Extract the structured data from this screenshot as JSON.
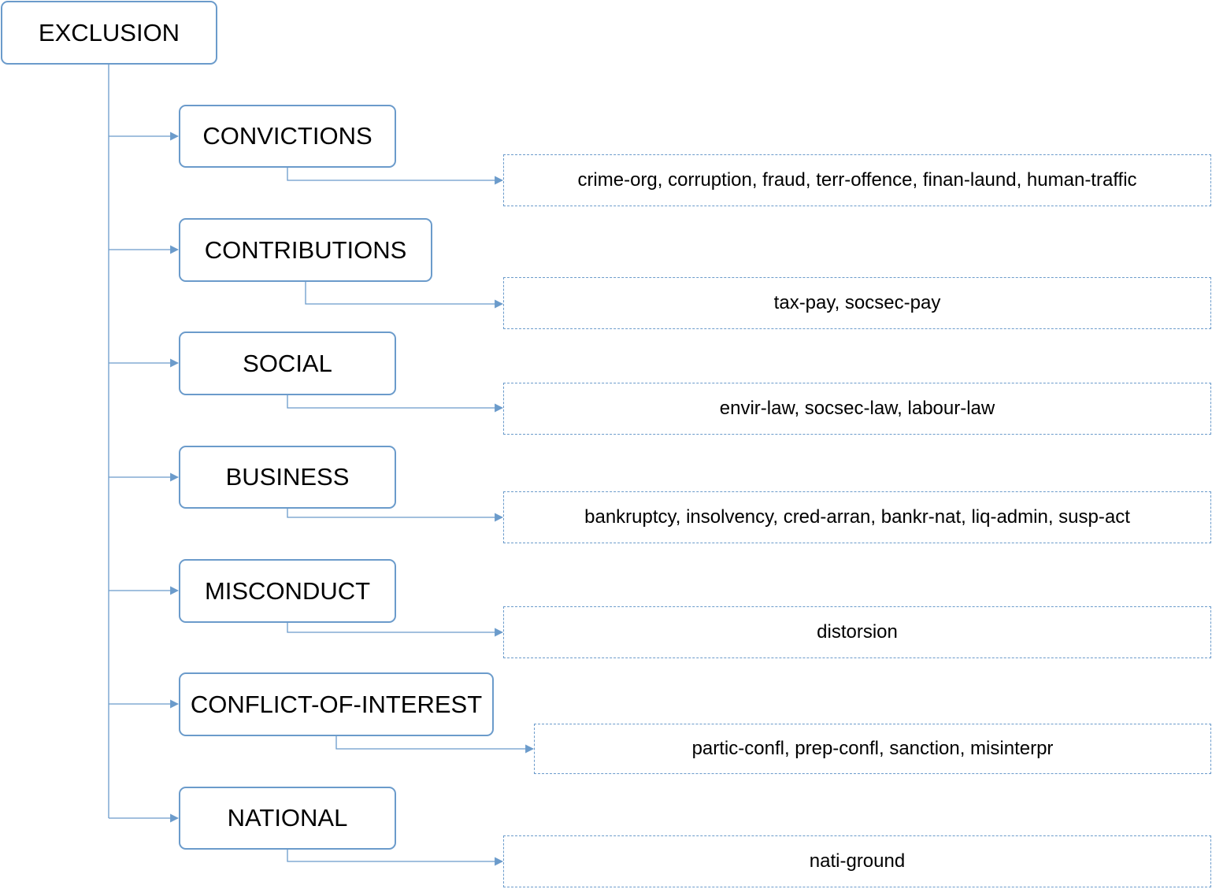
{
  "root": {
    "label": "EXCLUSION"
  },
  "categories": [
    {
      "label": "CONVICTIONS",
      "detail": "crime-org, corruption, fraud, terr-offence, finan-laund, human-traffic"
    },
    {
      "label": "CONTRIBUTIONS",
      "detail": "tax-pay, socsec-pay"
    },
    {
      "label": "SOCIAL",
      "detail": "envir-law, socsec-law, labour-law"
    },
    {
      "label": "BUSINESS",
      "detail": "bankruptcy, insolvency, cred-arran, bankr-nat, liq-admin, susp-act"
    },
    {
      "label": "MISCONDUCT",
      "detail": "distorsion"
    },
    {
      "label": "CONFLICT-OF-INTEREST",
      "detail": "partic-confl, prep-confl, sanction, misinterpr"
    },
    {
      "label": "NATIONAL",
      "detail": "nati-ground"
    }
  ],
  "colors": {
    "border": "#6b9bcb",
    "connector": "#6b9bcb",
    "text": "#000000",
    "background": "#ffffff"
  }
}
